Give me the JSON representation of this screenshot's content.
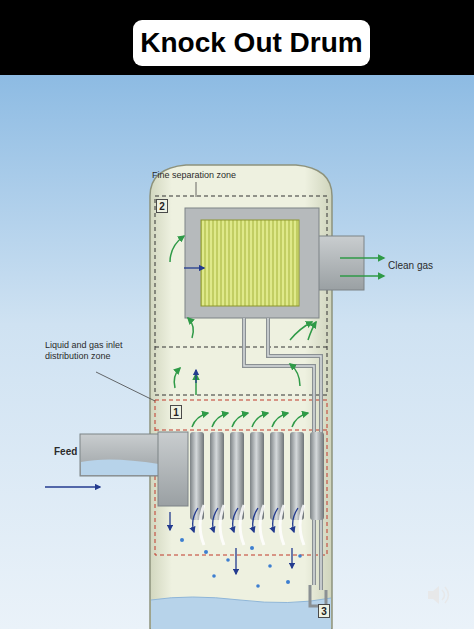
{
  "diagram": {
    "title": "Knock Out Drum",
    "nodes": [
      {
        "text": [
          "2"
        ]
      },
      {
        "text": [
          "1"
        ]
      },
      {
        "text": [
          "3"
        ]
      }
    ],
    "labels": [
      "Fine separation zone",
      "Clean gas",
      "Liquid and gas inlet distribution zone",
      "Feed"
    ]
  }
}
